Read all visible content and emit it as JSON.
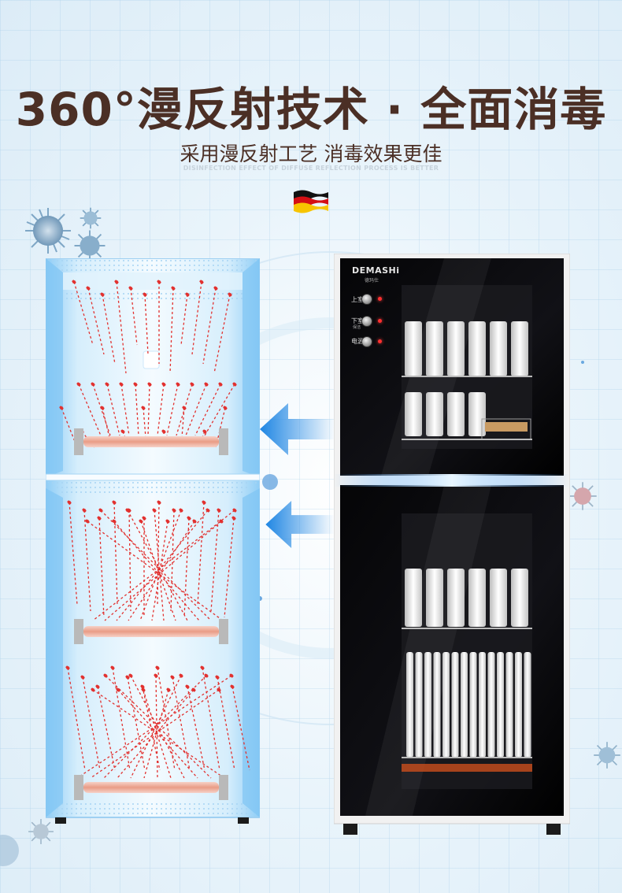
{
  "headline": {
    "title": "360°漫反射技术 · 全面消毒",
    "subtitle": "采用漫反射工艺  消毒效果更佳",
    "tagline": "DISINFECTION EFFECT OF DIFFUSE REFLECTION PROCESS IS BETTER"
  },
  "badge": {
    "icon": "germany-flag-icon"
  },
  "product": {
    "brand": "DEMASHi",
    "brand_sub": "德玛仕",
    "controls": [
      {
        "label": "上室",
        "sub": ""
      },
      {
        "label": "下室",
        "sub": "保洁"
      },
      {
        "label": "电源",
        "sub": ""
      }
    ]
  },
  "diagram": {
    "icons": [
      "virus-icon",
      "uv-light-tube-icon",
      "reflection-rays",
      "arrow-left-icon"
    ]
  },
  "colors": {
    "headline": "#4b2f25",
    "ray": "#e2312f",
    "arrow": "#1f86e3",
    "cabinet_glass": "#0b0b0e",
    "diagram_blue": "#7fc4f3"
  }
}
